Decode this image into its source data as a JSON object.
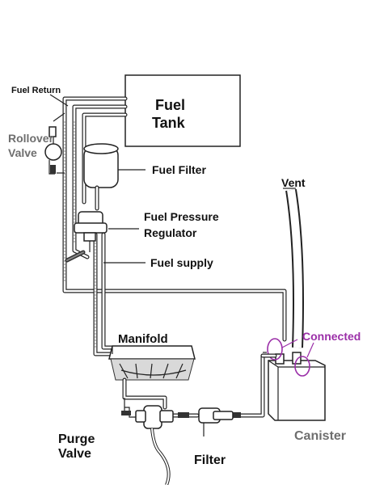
{
  "labels": {
    "fuel_tank_line1": "Fuel",
    "fuel_tank_line2": "Tank",
    "fuel_return": "Fuel Return",
    "rollover_valve_line1": "Rollover",
    "rollover_valve_line2": "Valve",
    "fuel_filter": "Fuel Filter",
    "fuel_pressure_regulator_line1": "Fuel Pressure",
    "fuel_pressure_regulator_line2": "Regulator",
    "fuel_supply": "Fuel supply",
    "vent": "Vent",
    "connected": "Connected",
    "manifold": "Manifold",
    "canister": "Canister",
    "purge_valve_line1": "Purge",
    "purge_valve_line2": "Valve",
    "filter": "Filter"
  },
  "colors": {
    "label_dark": "#111111",
    "label_gray": "#6e6e6e",
    "label_connected": "#9b2fa8",
    "connected_marker": "#9b2fa8"
  }
}
